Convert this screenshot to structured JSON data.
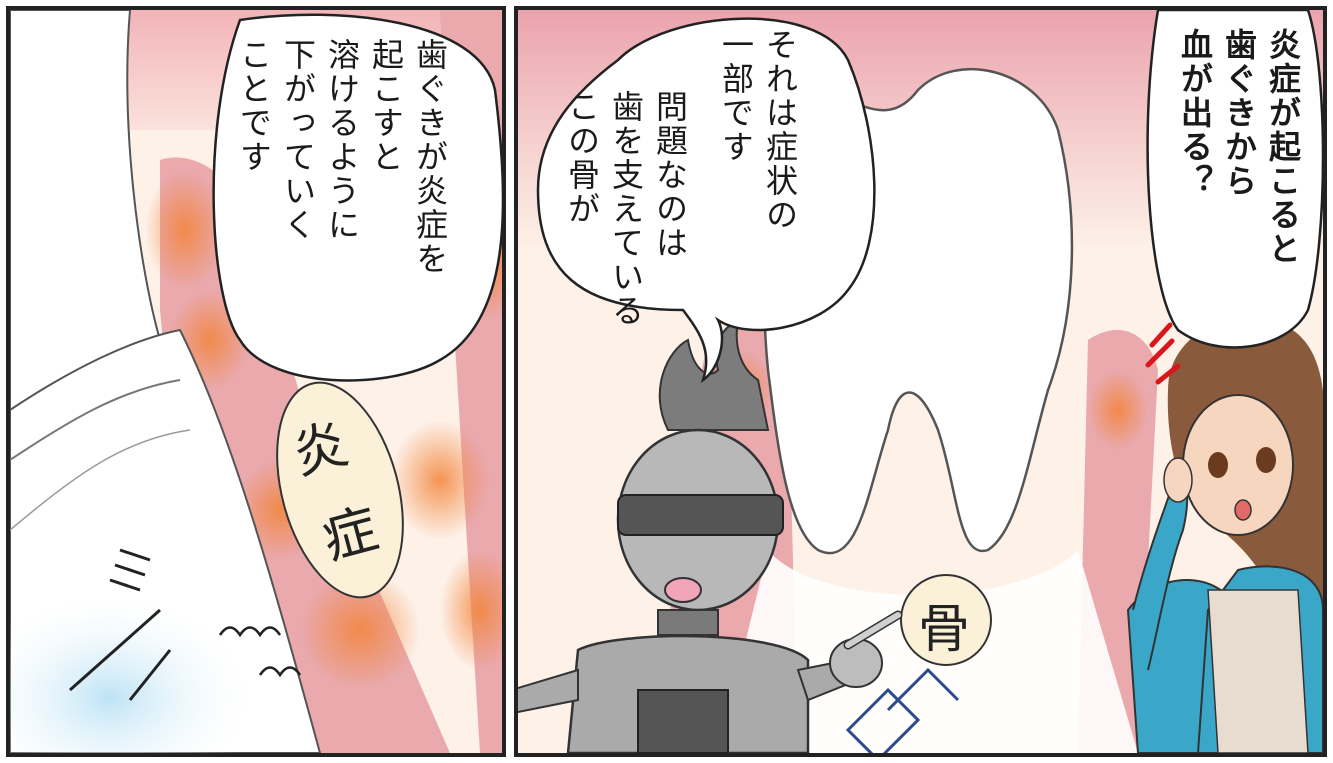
{
  "panels": {
    "left": {
      "bubble": {
        "lines": [
          "歯ぐきが炎症を",
          "起こすと",
          "溶けるように",
          "下がっていく",
          "ことです"
        ]
      },
      "oval_label": [
        "炎",
        "症"
      ]
    },
    "right": {
      "bubble_robot_1": {
        "lines": [
          "それは症状の",
          "一部です"
        ]
      },
      "bubble_robot_2": {
        "lines": [
          "問題なのは",
          "歯を支えている",
          "この骨が"
        ]
      },
      "bubble_woman": {
        "lines": [
          "炎症が起こると",
          "歯ぐきから",
          "血が出る？"
        ]
      },
      "circle_label": "骨"
    }
  },
  "colors": {
    "gum_pink": "#e9a9ad",
    "gum_inflamed": "#f08a3c",
    "background_cream": "#fdf1e8",
    "tooth_white": "#ffffff",
    "robot_gray": "#9a9a9a",
    "woman_shirt": "#3aa7c9",
    "woman_hair": "#8a5a3c",
    "stress_mark": "#d8161b"
  }
}
